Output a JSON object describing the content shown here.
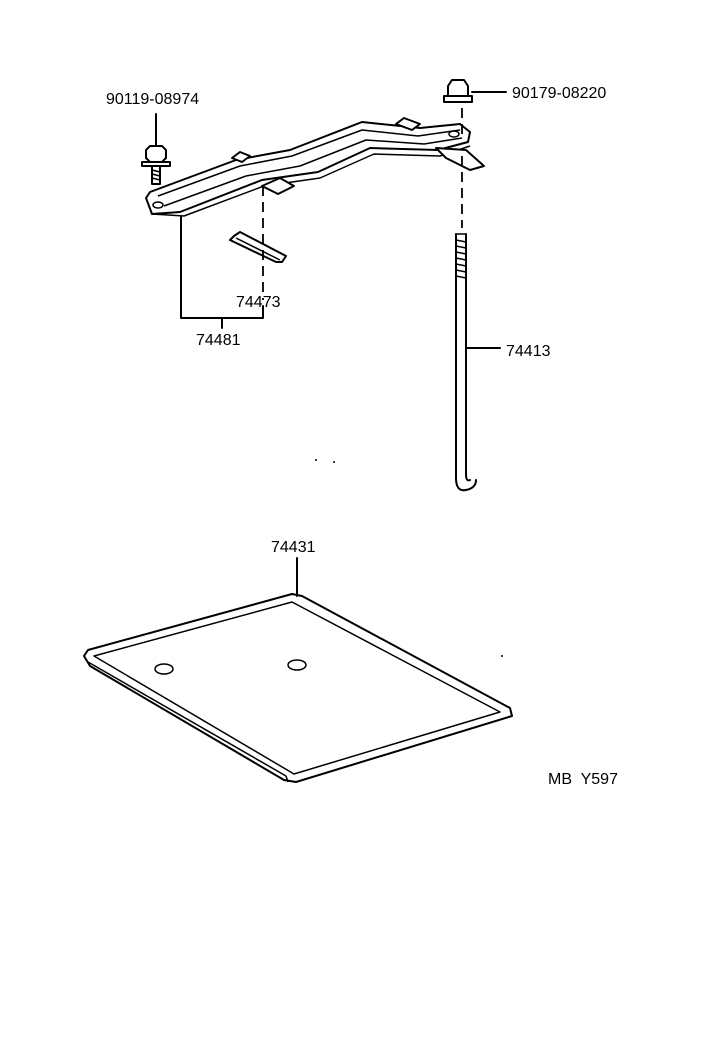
{
  "diagram": {
    "parts": [
      {
        "id": "bolt",
        "number": "90119-08974"
      },
      {
        "id": "nut",
        "number": "90179-08220"
      },
      {
        "id": "pad",
        "number": "74473"
      },
      {
        "id": "clamp",
        "number": "74481"
      },
      {
        "id": "rod",
        "number": "74413"
      },
      {
        "id": "tray",
        "number": "74431"
      }
    ],
    "code": "MB  Y597",
    "colors": {
      "line": "#000000",
      "background": "#ffffff"
    }
  }
}
